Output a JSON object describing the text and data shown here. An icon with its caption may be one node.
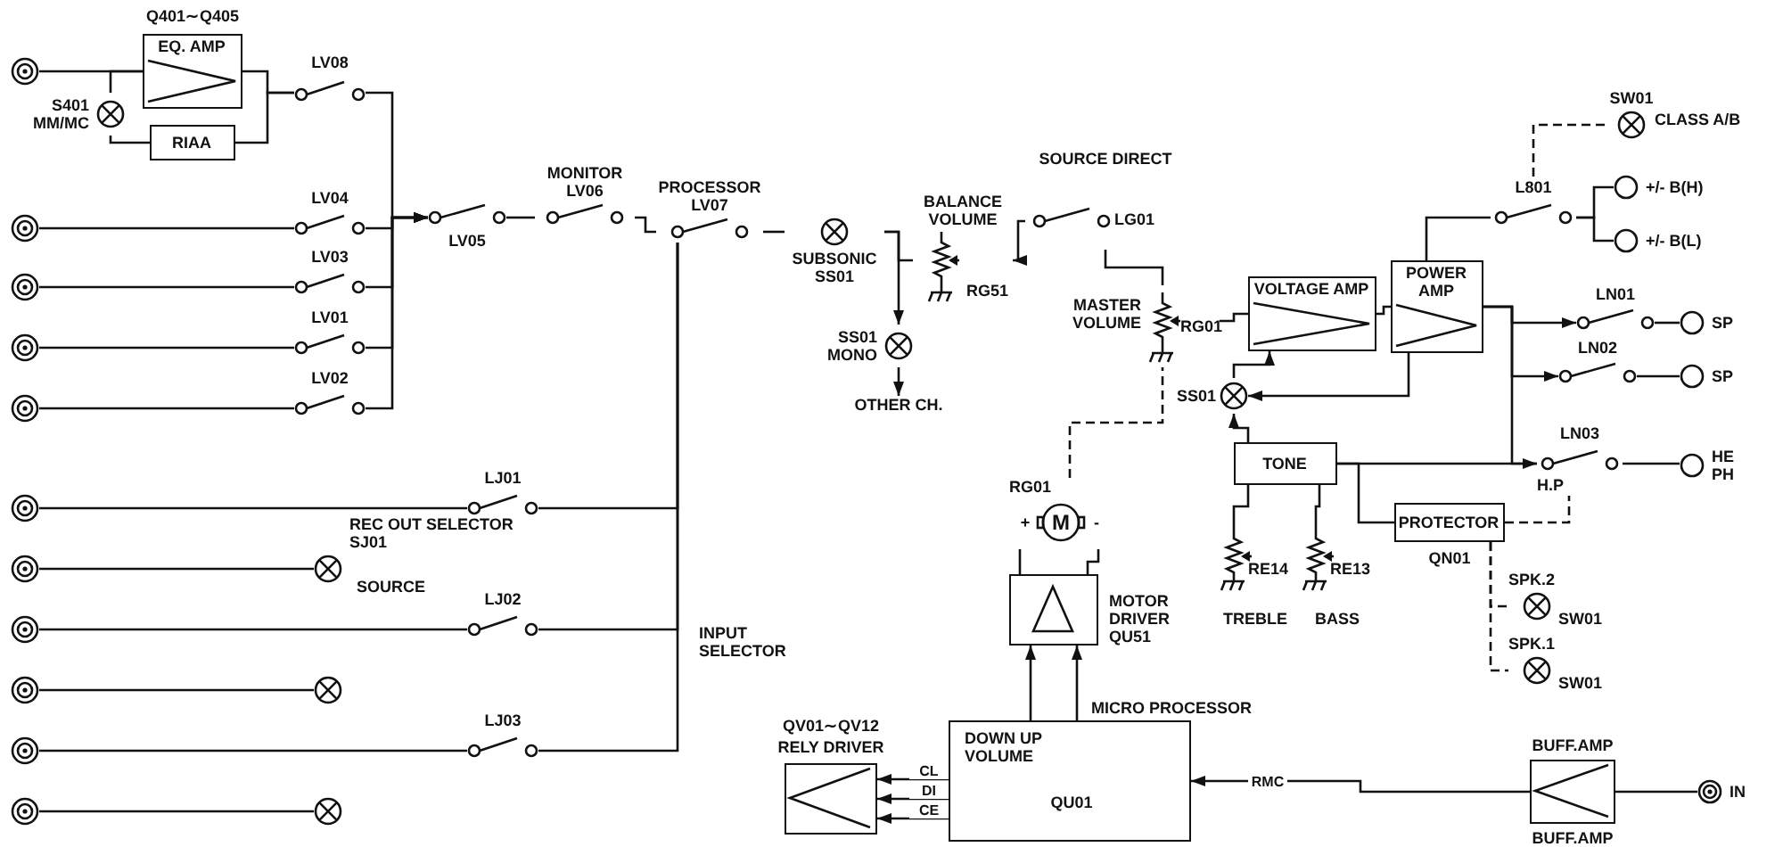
{
  "diagram": {
    "nodes": [
      {
        "text": [],
        "shape": "circle"
      },
      {
        "text": [
          "EQ. AMP"
        ],
        "beside": [
          "Q401∼Q405"
        ]
      },
      {
        "text": [
          "RIAA"
        ]
      },
      {
        "text": [
          "S401 MM/MC"
        ]
      },
      {
        "text": [
          "LV08"
        ]
      },
      {
        "text": [],
        "shape": "circle"
      },
      {
        "text": [],
        "shape": "circle"
      },
      {
        "text": [],
        "shape": "circle"
      },
      {
        "text": [],
        "shape": "circle"
      },
      {
        "text": [
          "LV04"
        ]
      },
      {
        "text": [
          "LV03"
        ]
      },
      {
        "text": [
          "LV01"
        ]
      },
      {
        "text": [
          "LV02"
        ]
      },
      {
        "text": [
          "LV05"
        ]
      },
      {
        "text": [
          "MONITOR LV06"
        ]
      },
      {
        "text": [
          "PROCESSOR LV07"
        ]
      },
      {
        "text": [
          "SUBSONIC SS01"
        ]
      },
      {
        "text": [
          "BALANCE VOLUME",
          "RG51"
        ]
      },
      {
        "text": [
          "SS01 MONO"
        ]
      },
      {
        "text": [
          "OTHER CH."
        ]
      },
      {
        "text": [
          "SOURCE DIRECT",
          "LG01"
        ]
      },
      {
        "text": [
          "MASTER VOLUME",
          "RG01"
        ]
      },
      {
        "text": [
          "SS01"
        ]
      },
      {
        "text": [
          "VOLTAGE AMP"
        ]
      },
      {
        "text": [
          "POWER AMP"
        ]
      },
      {
        "text": [
          "L801"
        ]
      },
      {
        "text": [
          "SW01",
          "CLASS A/B"
        ]
      },
      {
        "text": [
          "+/- B(H)"
        ]
      },
      {
        "text": [
          "+/- B(L)"
        ]
      },
      {
        "text": [
          "LN01"
        ]
      },
      {
        "text": [
          "LN02"
        ]
      },
      {
        "text": [
          "LN03",
          "H.P"
        ]
      },
      {
        "text": [
          "SP"
        ]
      },
      {
        "text": [
          "SP"
        ]
      },
      {
        "text": [
          "HE PH"
        ]
      },
      {
        "text": [
          "TONE"
        ]
      },
      {
        "text": [
          "PROTECTOR"
        ],
        "beside": [
          "QN01"
        ]
      },
      {
        "text": [
          "RE14",
          "TREBLE"
        ]
      },
      {
        "text": [
          "RE13",
          "BASS"
        ]
      },
      {
        "text": [
          "SPK.2",
          "SW01"
        ]
      },
      {
        "text": [
          "SPK.1",
          "SW01"
        ]
      },
      {
        "text": [
          "RG01",
          "+",
          "M",
          "-"
        ]
      },
      {
        "text": [],
        "shape": "box",
        "beside": [
          "MOTOR DRIVER QU51"
        ]
      },
      {
        "text": [
          "DOWN UP VOLUME",
          "QU01"
        ],
        "beside": [
          "MICRO PROCESSOR"
        ]
      },
      {
        "text": [],
        "shape": "box",
        "beside": [
          "QV01∼QV12",
          "RELY DRIVER"
        ]
      },
      {
        "text": [],
        "shape": "box",
        "beside": [
          "BUFF.AMP",
          "BUFF.AMP"
        ]
      },
      {
        "text": [
          "IN"
        ]
      },
      {
        "text": [],
        "shape": "circle"
      },
      {
        "text": [],
        "shape": "circle"
      },
      {
        "text": [],
        "shape": "circle"
      },
      {
        "text": [],
        "shape": "circle"
      },
      {
        "text": [],
        "shape": "circle"
      },
      {
        "text": [],
        "shape": "circle"
      },
      {
        "text": [],
        "shape": "circle"
      },
      {
        "text": [],
        "shape": "circle"
      },
      {
        "text": [],
        "shape": "circle"
      },
      {
        "text": [
          "LJ01"
        ]
      },
      {
        "text": [
          "LJ02"
        ]
      },
      {
        "text": [
          "LJ03"
        ]
      }
    ],
    "edges": [
      {
        "from": 0,
        "to": 1,
        "arrow": "none"
      },
      {
        "from": 3,
        "to": 1,
        "arrow": "none"
      },
      {
        "from": 3,
        "to": 2,
        "arrow": "none"
      },
      {
        "from": 1,
        "to": 4,
        "arrow": "none"
      },
      {
        "from": 2,
        "to": 4,
        "arrow": "none"
      },
      {
        "from": 5,
        "to": 9,
        "arrow": "none"
      },
      {
        "from": 6,
        "to": 10,
        "arrow": "none"
      },
      {
        "from": 7,
        "to": 11,
        "arrow": "none"
      },
      {
        "from": 8,
        "to": 12,
        "arrow": "none"
      },
      {
        "from": 4,
        "to": 13,
        "arrow": "to"
      },
      {
        "from": 9,
        "to": 13,
        "arrow": "to"
      },
      {
        "from": 10,
        "to": 13,
        "arrow": "to"
      },
      {
        "from": 11,
        "to": 13,
        "arrow": "to"
      },
      {
        "from": 12,
        "to": 13,
        "arrow": "to"
      },
      {
        "from": 13,
        "to": 14,
        "arrow": "none"
      },
      {
        "from": 14,
        "to": 15,
        "arrow": "none"
      },
      {
        "from": 15,
        "to": 16,
        "arrow": "none"
      },
      {
        "from": 16,
        "to": 17,
        "arrow": "none"
      },
      {
        "from": 16,
        "to": 18,
        "arrow": "to"
      },
      {
        "from": 18,
        "to": 19,
        "arrow": "to"
      },
      {
        "from": 20,
        "to": 17,
        "arrow": "to"
      },
      {
        "from": 20,
        "to": 21,
        "arrow": "none"
      },
      {
        "from": 21,
        "to": 23,
        "arrow": "none"
      },
      {
        "from": 22,
        "to": 23,
        "arrow": "to"
      },
      {
        "from": 23,
        "to": 24,
        "arrow": "none"
      },
      {
        "from": 24,
        "to": 25,
        "arrow": "none"
      },
      {
        "from": 25,
        "to": 27,
        "arrow": "none"
      },
      {
        "from": 25,
        "to": 28,
        "arrow": "none"
      },
      {
        "from": 24,
        "to": 29,
        "arrow": "to"
      },
      {
        "from": 24,
        "to": 30,
        "arrow": "to"
      },
      {
        "from": 24,
        "to": 31,
        "arrow": "to"
      },
      {
        "from": 29,
        "to": 32,
        "arrow": "none"
      },
      {
        "from": 30,
        "to": 33,
        "arrow": "none"
      },
      {
        "from": 31,
        "to": 34,
        "arrow": "none"
      },
      {
        "from": 35,
        "to": 22,
        "arrow": "to"
      },
      {
        "from": 24,
        "to": 22,
        "arrow": "to"
      },
      {
        "from": 35,
        "to": 31,
        "arrow": "none"
      },
      {
        "from": 35,
        "to": 36,
        "arrow": "none"
      },
      {
        "from": 37,
        "to": 35,
        "arrow": "none"
      },
      {
        "from": 38,
        "to": 35,
        "arrow": "none"
      },
      {
        "from": 36,
        "to": 31,
        "arrow": "none",
        "style": "dashed"
      },
      {
        "from": 36,
        "to": 39,
        "arrow": "none",
        "style": "dashed"
      },
      {
        "from": 36,
        "to": 40,
        "arrow": "none",
        "style": "dashed"
      },
      {
        "from": 26,
        "to": 25,
        "arrow": "none",
        "style": "dashed"
      },
      {
        "from": 41,
        "to": 21,
        "arrow": "none",
        "style": "dashed"
      },
      {
        "from": 41,
        "to": 42,
        "arrow": "none"
      },
      {
        "from": 41,
        "to": 42,
        "arrow": "none"
      },
      {
        "from": 43,
        "to": 42,
        "arrow": "to"
      },
      {
        "from": 43,
        "to": 42,
        "arrow": "to"
      },
      {
        "from": 43,
        "to": 44,
        "arrow": "to",
        "label": "CL"
      },
      {
        "from": 43,
        "to": 44,
        "arrow": "to",
        "label": "DI"
      },
      {
        "from": 43,
        "to": 44,
        "arrow": "to",
        "label": "CE"
      },
      {
        "from": 45,
        "to": 43,
        "arrow": "to",
        "label": "RMC"
      },
      {
        "from": 46,
        "to": 45,
        "arrow": "none"
      },
      {
        "from": 47,
        "to": 51,
        "arrow": "none"
      },
      {
        "from": 48,
        "to": 53,
        "arrow": "none"
      },
      {
        "from": 49,
        "to": 55,
        "arrow": "none"
      },
      {
        "from": 50,
        "to": 56,
        "arrow": "none"
      },
      {
        "from": 52,
        "to": 57,
        "arrow": "none"
      },
      {
        "from": 54,
        "to": 58,
        "arrow": "none"
      },
      {
        "from": 56,
        "to": 15,
        "arrow": "none"
      },
      {
        "from": 57,
        "to": 15,
        "arrow": "none"
      },
      {
        "from": 58,
        "to": 15,
        "arrow": "none"
      }
    ],
    "labels": [
      "REC OUT SELECTOR SJ01",
      "SOURCE",
      "INPUT SELECTOR"
    ]
  }
}
